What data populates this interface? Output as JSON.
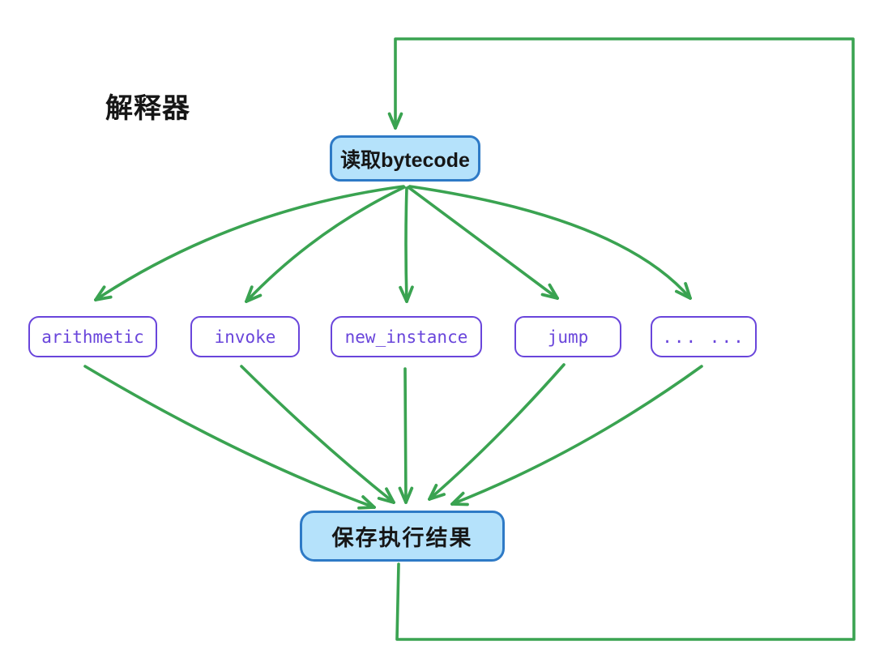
{
  "title": "解释器",
  "colors": {
    "arrow": "#3aa351",
    "handlerBorder": "#6945db",
    "ioBorder": "#2e7ac6",
    "ioFill": "#b5e2fb",
    "text": "#161616",
    "canvasBg": "#ffffff"
  },
  "diagram": {
    "entry": {
      "label": "读取bytecode"
    },
    "handlers": [
      {
        "label": "arithmetic"
      },
      {
        "label": "invoke"
      },
      {
        "label": "new_instance"
      },
      {
        "label": "jump"
      },
      {
        "label": "... ..."
      }
    ],
    "exit": {
      "label": "保存执行结果"
    },
    "edges": [
      {
        "from": "读取bytecode",
        "to": "arithmetic"
      },
      {
        "from": "读取bytecode",
        "to": "invoke"
      },
      {
        "from": "读取bytecode",
        "to": "new_instance"
      },
      {
        "from": "读取bytecode",
        "to": "jump"
      },
      {
        "from": "读取bytecode",
        "to": "... ..."
      },
      {
        "from": "arithmetic",
        "to": "保存执行结果"
      },
      {
        "from": "invoke",
        "to": "保存执行结果"
      },
      {
        "from": "new_instance",
        "to": "保存执行结果"
      },
      {
        "from": "jump",
        "to": "保存执行结果"
      },
      {
        "from": "... ...",
        "to": "保存执行结果"
      },
      {
        "from": "保存执行结果",
        "to": "读取bytecode",
        "type": "loop"
      }
    ]
  }
}
